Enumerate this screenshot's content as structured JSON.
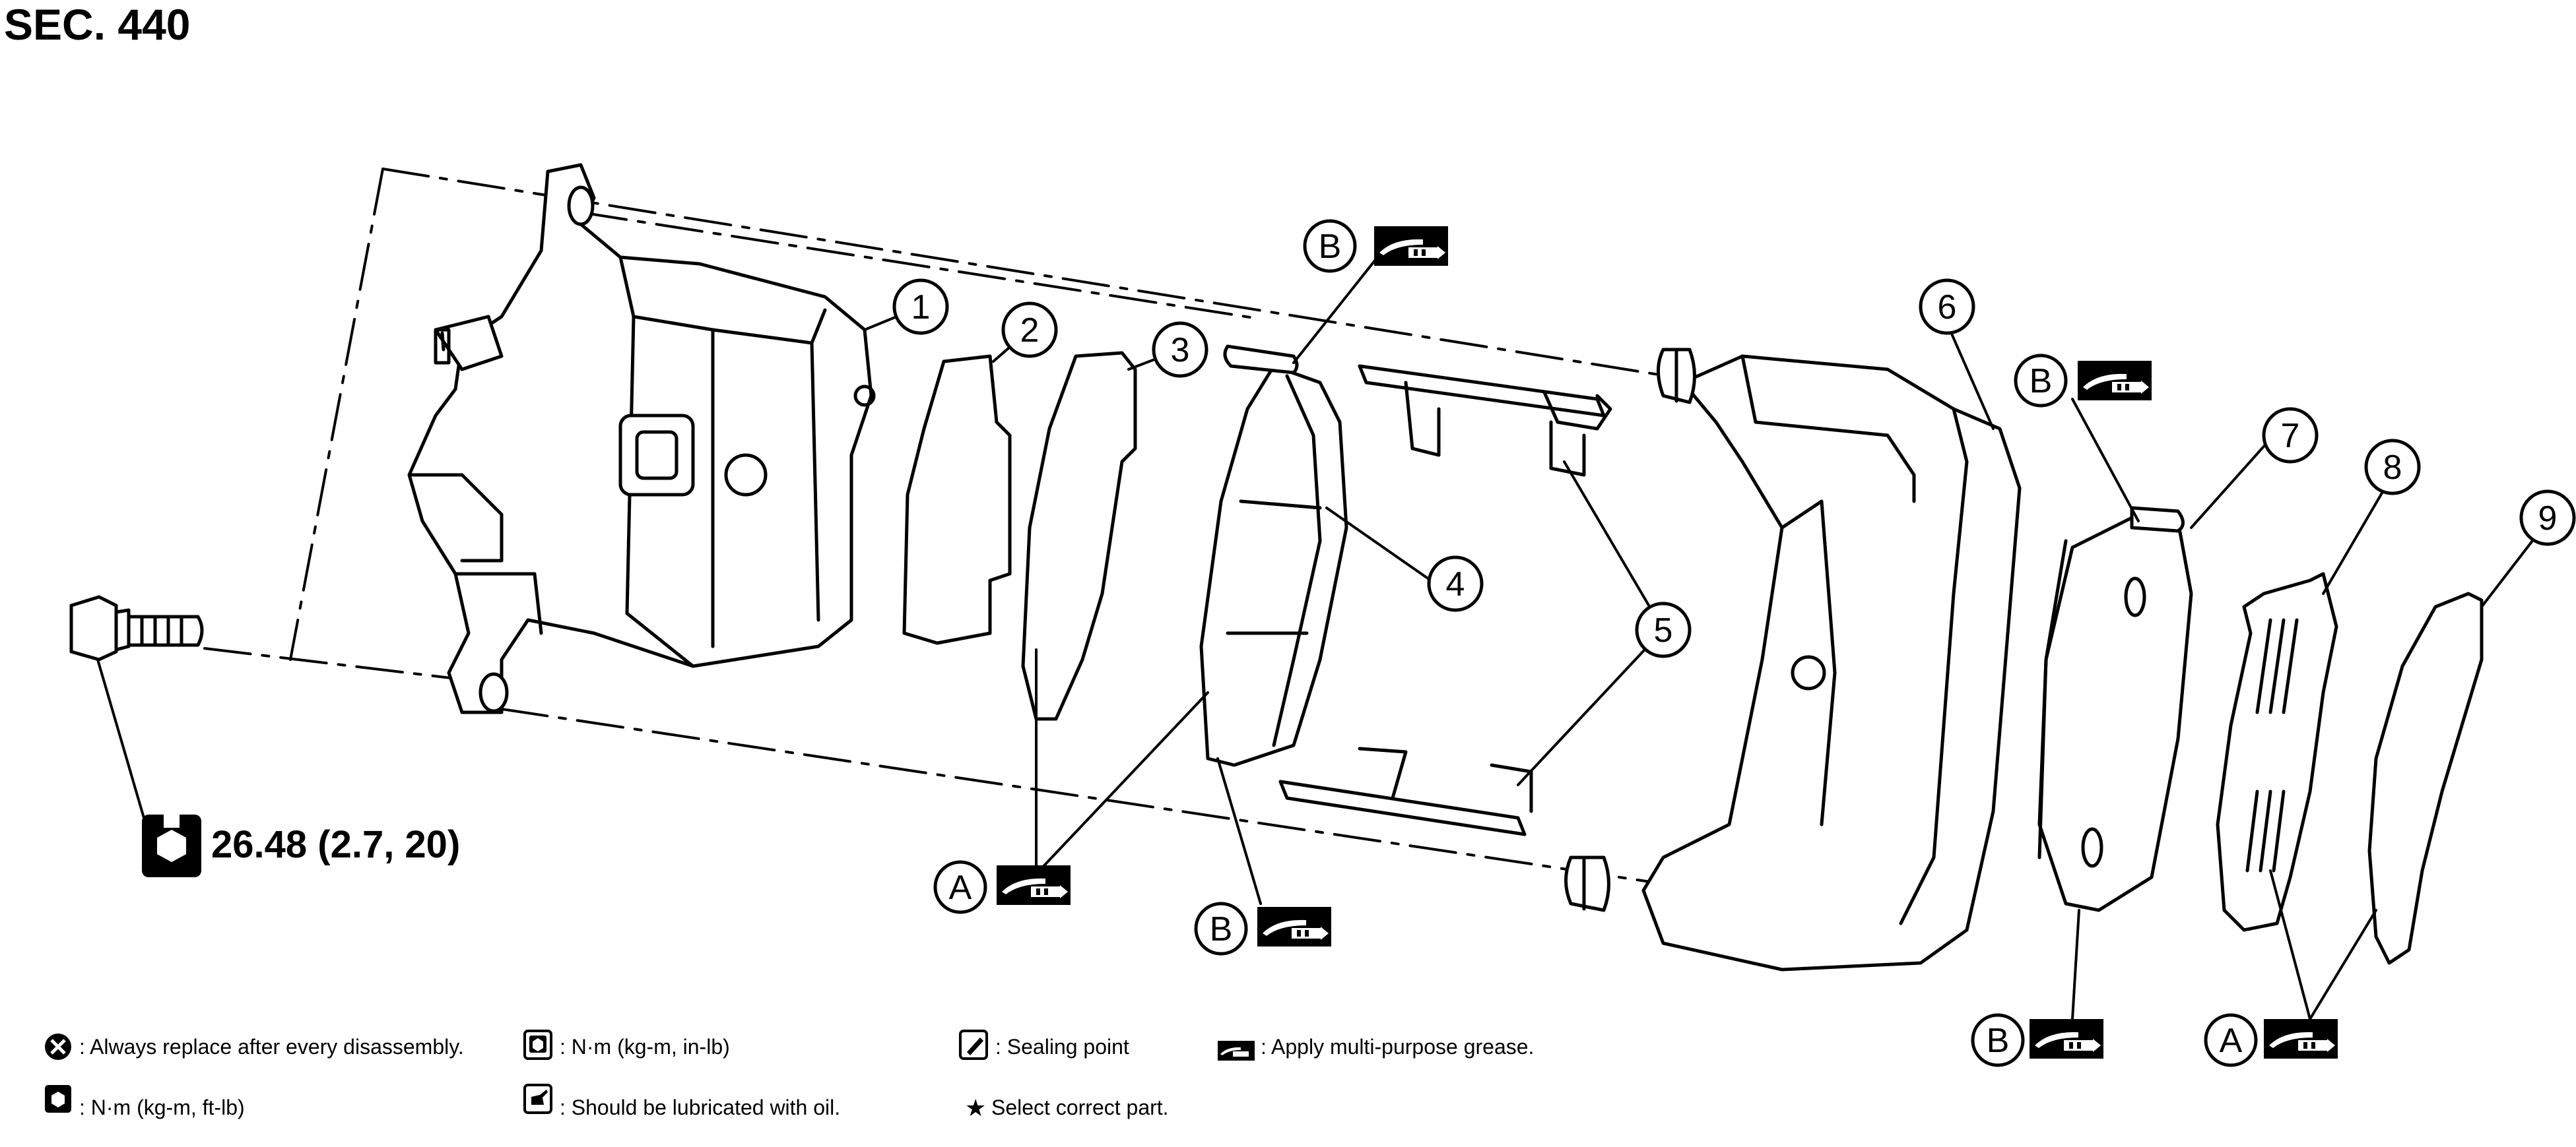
{
  "section_title": "SEC. 440",
  "callouts": {
    "c1": "1",
    "c2": "2",
    "c3": "3",
    "c4": "4",
    "c5": "5",
    "c6": "6",
    "c7": "7",
    "c8": "8",
    "c9": "9"
  },
  "letters": {
    "a": "A",
    "b": "B"
  },
  "torque": {
    "value": "26.48 (2.7, 20)"
  },
  "legend": {
    "replace": ": Always replace after every disassembly.",
    "torque_ft": ": N·m (kg-m, ft-lb)",
    "torque_in": ": N·m (kg-m, in-lb)",
    "oil": ": Should be lubricated with oil.",
    "sealing": ": Sealing point",
    "star": "Select correct part.",
    "grease": ": Apply multi-purpose grease."
  },
  "icons": {
    "replace": "x-circle-icon",
    "torque": "wrench-hex-icon",
    "oil": "oil-can-icon",
    "sealing": "sealant-tube-icon",
    "grease": "grease-gun-icon",
    "star": "star-icon"
  }
}
